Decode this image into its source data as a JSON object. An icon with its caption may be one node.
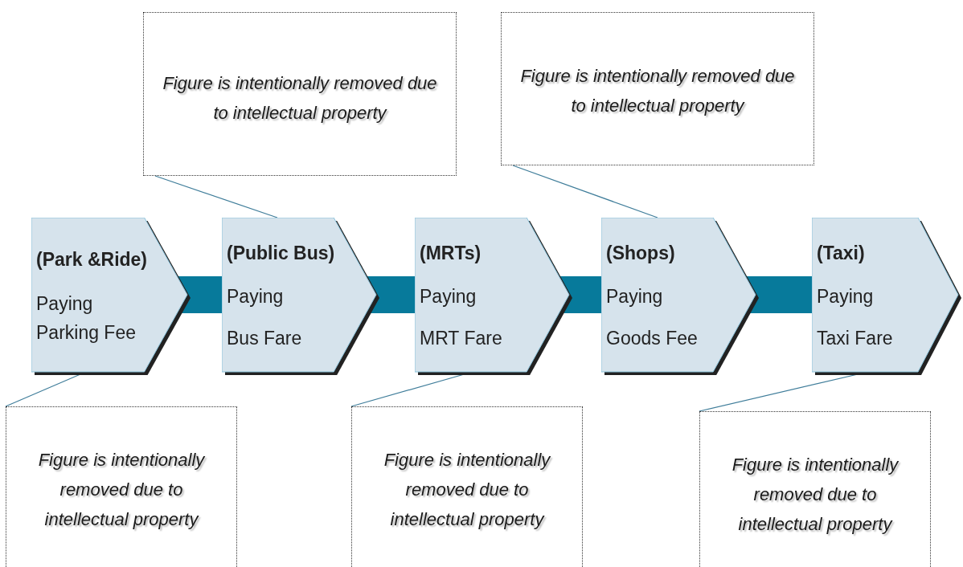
{
  "diagram": {
    "nodes": [
      {
        "text": [
          "Figure is intentionally removed due to intellectual property"
        ]
      },
      {
        "text": [
          "Figure is intentionally removed due to intellectual property"
        ]
      },
      {
        "text": [
          "(Park &Ride)",
          "Paying",
          "Parking Fee"
        ]
      },
      {
        "text": [
          "(Public Bus)",
          "Paying",
          "Bus Fare"
        ]
      },
      {
        "text": [
          "(MRTs)",
          "Paying",
          "MRT Fare"
        ]
      },
      {
        "text": [
          "(Shops)",
          "Paying",
          "Goods Fee"
        ]
      },
      {
        "text": [
          "(Taxi)",
          "Paying",
          "Taxi Fare"
        ]
      },
      {
        "text": [
          "Figure is intentionally removed due to intellectual property"
        ]
      },
      {
        "text": [
          "Figure is intentionally removed due to intellectual property"
        ]
      },
      {
        "text": [
          "Figure is intentionally removed due to intellectual property"
        ]
      }
    ],
    "edges": [
      {
        "from": 2,
        "to": 3,
        "arrow": "none",
        "style": "thick",
        "color": "#077a9b"
      },
      {
        "from": 3,
        "to": 4,
        "arrow": "none",
        "style": "thick",
        "color": "#077a9b"
      },
      {
        "from": 4,
        "to": 5,
        "arrow": "none",
        "style": "thick",
        "color": "#077a9b"
      },
      {
        "from": 5,
        "to": 6,
        "arrow": "none",
        "style": "thick",
        "color": "#077a9b"
      },
      {
        "from": 0,
        "to": 3,
        "arrow": "none"
      },
      {
        "from": 1,
        "to": 5,
        "arrow": "none"
      },
      {
        "from": 7,
        "to": 2,
        "arrow": "none"
      },
      {
        "from": 8,
        "to": 4,
        "arrow": "none"
      },
      {
        "from": 9,
        "to": 6,
        "arrow": "none"
      }
    ]
  }
}
